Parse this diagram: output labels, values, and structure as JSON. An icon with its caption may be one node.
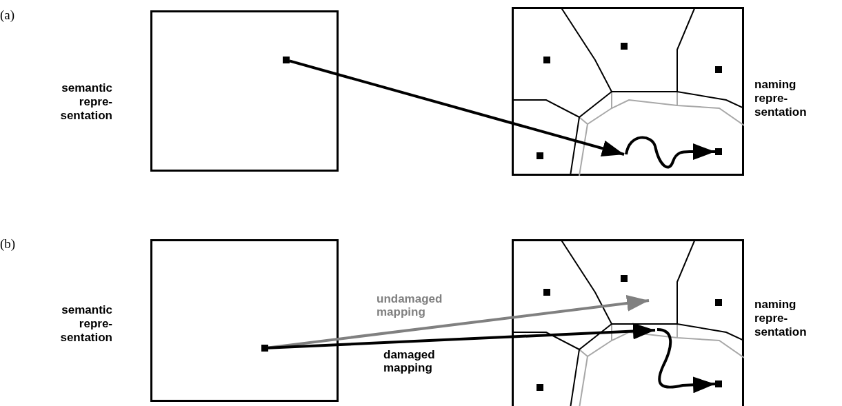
{
  "diagram": {
    "nodes": [
      {
        "text": [],
        "shape": "box",
        "beside": [
          "semantic repre- sentation"
        ]
      },
      {
        "text": [],
        "shape": "box",
        "in": 0
      },
      {
        "text": [],
        "shape": "box",
        "beside": [
          "naming repre- sentation"
        ]
      },
      {
        "text": [],
        "shape": "box",
        "in": 2
      },
      {
        "text": [],
        "shape": "box",
        "in": 2
      },
      {
        "text": [],
        "shape": "box",
        "in": 2
      },
      {
        "text": [],
        "shape": "box",
        "in": 2
      },
      {
        "text": [],
        "shape": "box",
        "in": 2
      },
      {
        "text": [],
        "shape": "box",
        "beside": [
          "semantic repre- sentation"
        ]
      },
      {
        "text": [],
        "shape": "box",
        "in": 8
      },
      {
        "text": [],
        "shape": "box",
        "beside": [
          "naming repre- sentation"
        ]
      },
      {
        "text": [],
        "shape": "box",
        "in": 10
      },
      {
        "text": [],
        "shape": "box",
        "in": 10
      },
      {
        "text": [],
        "shape": "box",
        "in": 10
      },
      {
        "text": [],
        "shape": "box",
        "in": 10
      },
      {
        "text": [],
        "shape": "box",
        "in": 10
      }
    ],
    "edges": [
      {
        "from": 1,
        "to": 2,
        "arrow": "to"
      },
      {
        "from": null,
        "to": 7,
        "arrow": "to"
      },
      {
        "from": 9,
        "to": null,
        "arrow": "to",
        "label": "undamaged mapping",
        "color": "#808080"
      },
      {
        "from": 9,
        "to": null,
        "arrow": "to",
        "label": "damaged mapping"
      },
      {
        "from": null,
        "to": 15,
        "arrow": "to"
      }
    ],
    "labels": [
      "(a)",
      "(b)"
    ]
  }
}
